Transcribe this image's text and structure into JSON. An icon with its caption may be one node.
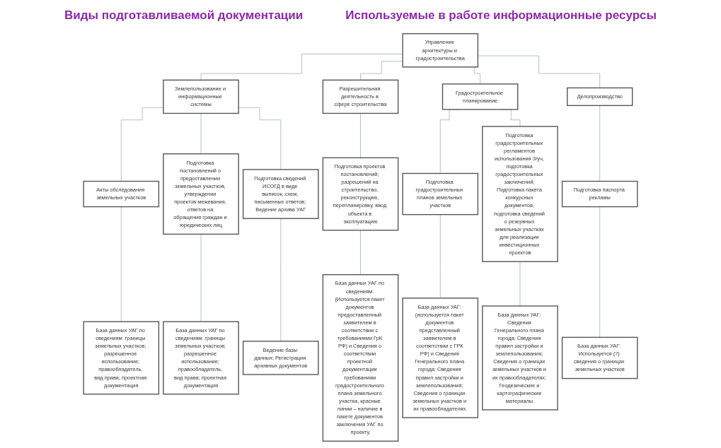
{
  "diagram": {
    "nodes": [
      {
        "text": [
          "Управление архитектуры и градостроительства"
        ]
      },
      {
        "text": [
          "Землепользование и информационные системы"
        ]
      },
      {
        "text": [
          "Разрешительная деятельность в сфере строительства"
        ]
      },
      {
        "text": [
          "Градостроительное планирование"
        ]
      },
      {
        "text": [
          "Делопроизводство"
        ]
      },
      {
        "text": [
          "Акты обследования земельных участков"
        ]
      },
      {
        "text": [
          "Подготовка постановлений о предоставлении земельных участков, утверждении проектов межевания, ответов на обращения граждан и юридических лиц"
        ]
      },
      {
        "text": [
          "Подготовка сведений ИСОГД в виде выписок, схем, письменных ответов; Ведение архива УАГ"
        ]
      },
      {
        "text": [
          "Подготовка проектов постановлений; разрешений на строительство, реконструкцию, перепланировку, ввод объекта в эксплуатацию"
        ]
      },
      {
        "text": [
          "Подготовка градостроительных планов земельных участков"
        ]
      },
      {
        "text": [
          "Подготовка градостроительных регламентов использования З/уч, подготовка градостроительных заключений; Подготовка пакета конкурсных документов, подготовка сведений о резервных земельных участках для реализации инвестиционных проектов"
        ]
      },
      {
        "text": [
          "Подготовка паспорта рекламы"
        ]
      },
      {
        "text": [
          "База данных УАГ по сведениям: границы земельных участков; разрешенное использование; правообладатель, вид права; проектная документация"
        ]
      },
      {
        "text": [
          "База данных УАГ по сведениям: границы земельных участков; разрешенное использование; правообладатель, вид права; проектная документация"
        ]
      },
      {
        "text": [
          "Ведение базы данных; Регистрация архивных документов"
        ]
      },
      {
        "text": [
          "База данных УАГ по сведениям: (Используется пакет документов предоставленный заявителем в соответствии с требованиями ГрК РФ) и Сведения о соответствии проектной документации требованиям градостроительного плана земельного участка, красные линии – наличие в пакете документов заключения УАГ по проекту."
        ]
      },
      {
        "text": [
          "База данных УАГ: (используется пакет документов представленный заявителем в соответствии с ГРК РФ) и Сведения Генерального плана города; Сведения правил застройки и землепользования; Сведения о границах земельных участков и их правообладателях."
        ]
      },
      {
        "text": [
          "База данных УАГ: Сведения Генерального плана города; Сведения правил застройки и землепользования; Сведения о границах земельных участков и их правообладателях; Геодезические и картографические материалы."
        ]
      },
      {
        "text": [
          "База данных УАГ: Используется (?) сведения о границах земельных участков"
        ]
      }
    ],
    "edges": [
      {
        "from": 0,
        "to": 1,
        "arrow": "none"
      },
      {
        "from": 0,
        "to": 2,
        "arrow": "none"
      },
      {
        "from": 0,
        "to": 3,
        "arrow": "none"
      },
      {
        "from": 0,
        "to": 4,
        "arrow": "none"
      },
      {
        "from": 1,
        "to": 5,
        "arrow": "none"
      },
      {
        "from": 1,
        "to": 6,
        "arrow": "none"
      },
      {
        "from": 1,
        "to": 7,
        "arrow": "none"
      },
      {
        "from": 2,
        "to": 8,
        "arrow": "none"
      },
      {
        "from": 3,
        "to": 9,
        "arrow": "none"
      },
      {
        "from": 3,
        "to": 10,
        "arrow": "none"
      },
      {
        "from": 4,
        "to": 11,
        "arrow": "none"
      },
      {
        "from": 5,
        "to": 12,
        "arrow": "none"
      },
      {
        "from": 6,
        "to": 13,
        "arrow": "none"
      },
      {
        "from": 7,
        "to": 14,
        "arrow": "none"
      },
      {
        "from": 8,
        "to": 15,
        "arrow": "none"
      },
      {
        "from": 9,
        "to": 16,
        "arrow": "none"
      },
      {
        "from": 10,
        "to": 17,
        "arrow": "none"
      },
      {
        "from": 11,
        "to": 18,
        "arrow": "none"
      }
    ],
    "labels": [
      "Виды подготавливаемой документации",
      "Используемые в работе информационные ресурсы"
    ]
  }
}
